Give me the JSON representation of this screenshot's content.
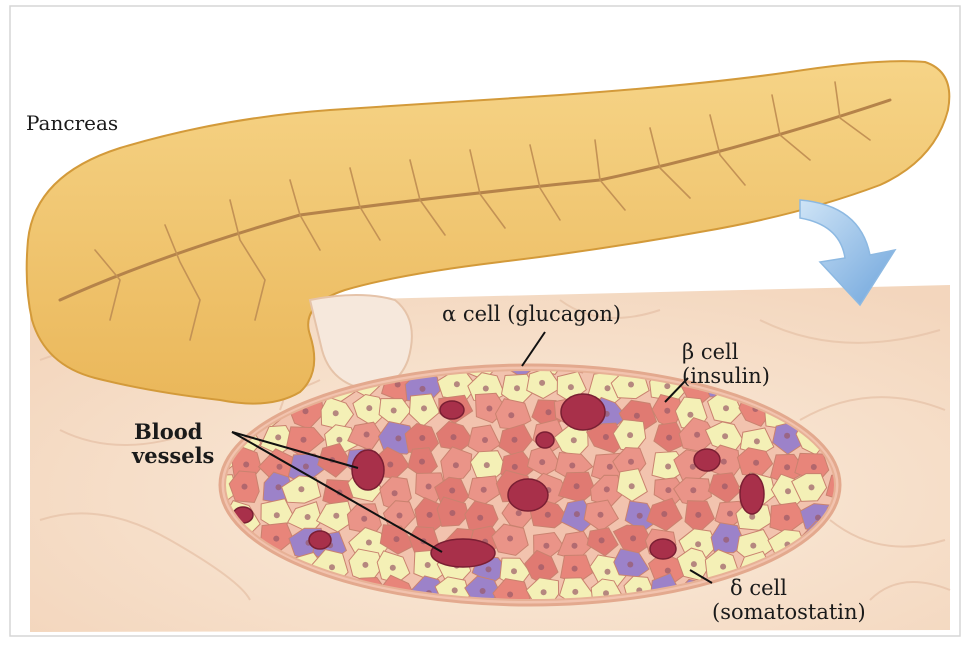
{
  "labels": {
    "pancreas": "Pancreas",
    "alpha_cell": "α cell (glucagon)",
    "beta_cell_line1": "β cell",
    "beta_cell_line2": "(insulin)",
    "blood_line1": "Blood",
    "blood_line2": "vessels",
    "delta_cell_line1": "δ cell",
    "delta_cell_line2": "(somatostatin)"
  },
  "colors": {
    "pancreas_fill": "#f2c46a",
    "pancreas_edge": "#d9a23c",
    "duct": "#b98a4a",
    "tissue_bg": "#f8e3cf",
    "islet_border": "#eab79d",
    "alpha_cell": "#f4f0b6",
    "beta_cell": "#e8857a",
    "delta_cell": "#9c82c9",
    "blood_vessel": "#a8304a",
    "arrow": "#7fb0df"
  },
  "icons": {
    "arrow": "curved-arrow-icon"
  }
}
